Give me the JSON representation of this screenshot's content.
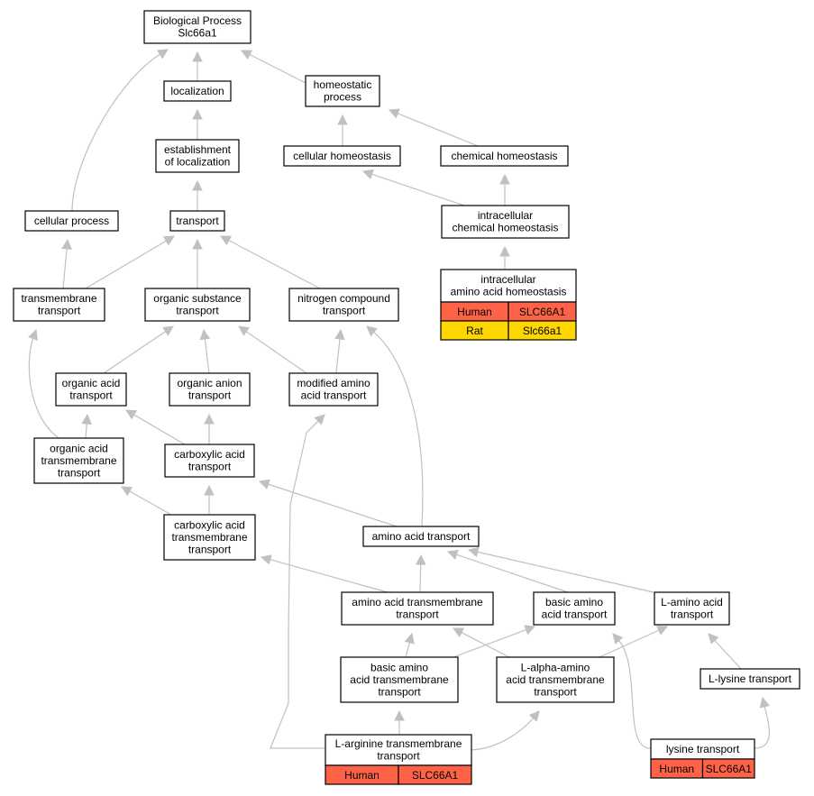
{
  "diagram": {
    "nodes": [
      {
        "id": "bp",
        "lines": [
          "Biological Process",
          "Slc66a1"
        ]
      },
      {
        "id": "localization",
        "lines": [
          "localization"
        ]
      },
      {
        "id": "homeostatic",
        "lines": [
          "homeostatic",
          "process"
        ]
      },
      {
        "id": "establishment",
        "lines": [
          "establishment",
          "of localization"
        ]
      },
      {
        "id": "cell_homeo",
        "lines": [
          "cellular homeostasis"
        ]
      },
      {
        "id": "chem_homeo",
        "lines": [
          "chemical homeostasis"
        ]
      },
      {
        "id": "cellular_process",
        "lines": [
          "cellular process"
        ]
      },
      {
        "id": "transport",
        "lines": [
          "transport"
        ]
      },
      {
        "id": "ic_chem_homeo",
        "lines": [
          "intracellular",
          "chemical homeostasis"
        ]
      },
      {
        "id": "tm_transport",
        "lines": [
          "transmembrane",
          "transport"
        ]
      },
      {
        "id": "org_sub",
        "lines": [
          "organic substance",
          "transport"
        ]
      },
      {
        "id": "nitrogen",
        "lines": [
          "nitrogen compound",
          "transport"
        ]
      },
      {
        "id": "ic_aa_homeo",
        "lines": [
          "intracellular",
          "amino acid homeostasis"
        ],
        "annotations": [
          {
            "species": "Human",
            "gene": "SLC66A1",
            "color": "#ff6347"
          },
          {
            "species": "Rat",
            "gene": "Slc66a1",
            "color": "#ffd700"
          }
        ]
      },
      {
        "id": "org_acid",
        "lines": [
          "organic acid",
          "transport"
        ]
      },
      {
        "id": "org_anion",
        "lines": [
          "organic anion",
          "transport"
        ]
      },
      {
        "id": "mod_aa",
        "lines": [
          "modified amino",
          "acid transport"
        ]
      },
      {
        "id": "org_acid_tm",
        "lines": [
          "organic acid",
          "transmembrane",
          "transport"
        ]
      },
      {
        "id": "carbox",
        "lines": [
          "carboxylic acid",
          "transport"
        ]
      },
      {
        "id": "carbox_tm",
        "lines": [
          "carboxylic acid",
          "transmembrane",
          "transport"
        ]
      },
      {
        "id": "aa_transport",
        "lines": [
          "amino acid transport"
        ]
      },
      {
        "id": "aa_tm",
        "lines": [
          "amino acid transmembrane",
          "transport"
        ]
      },
      {
        "id": "basic_aa",
        "lines": [
          "basic amino",
          "acid transport"
        ]
      },
      {
        "id": "l_aa",
        "lines": [
          "L-amino acid",
          "transport"
        ]
      },
      {
        "id": "basic_aa_tm",
        "lines": [
          "basic amino",
          "acid transmembrane",
          "transport"
        ]
      },
      {
        "id": "l_alpha",
        "lines": [
          "L-alpha-amino",
          "acid transmembrane",
          "transport"
        ]
      },
      {
        "id": "l_lysine",
        "lines": [
          "L-lysine transport"
        ]
      },
      {
        "id": "l_arg",
        "lines": [
          "L-arginine transmembrane",
          "transport"
        ],
        "annotations": [
          {
            "species": "Human",
            "gene": "SLC66A1",
            "color": "#ff6347"
          }
        ]
      },
      {
        "id": "lysine",
        "lines": [
          "lysine transport"
        ],
        "annotations": [
          {
            "species": "Human",
            "gene": "SLC66A1",
            "color": "#ff6347"
          }
        ]
      }
    ],
    "edges": [
      [
        "localization",
        "bp"
      ],
      [
        "homeostatic",
        "bp"
      ],
      [
        "cellular_process",
        "bp"
      ],
      [
        "establishment",
        "localization"
      ],
      [
        "cell_homeo",
        "homeostatic"
      ],
      [
        "chem_homeo",
        "homeostatic"
      ],
      [
        "transport",
        "establishment"
      ],
      [
        "ic_chem_homeo",
        "cell_homeo"
      ],
      [
        "ic_chem_homeo",
        "chem_homeo"
      ],
      [
        "ic_aa_homeo",
        "ic_chem_homeo"
      ],
      [
        "tm_transport",
        "cellular_process"
      ],
      [
        "tm_transport",
        "transport"
      ],
      [
        "org_sub",
        "transport"
      ],
      [
        "nitrogen",
        "transport"
      ],
      [
        "org_acid",
        "org_sub"
      ],
      [
        "org_anion",
        "org_sub"
      ],
      [
        "mod_aa",
        "org_sub"
      ],
      [
        "mod_aa",
        "nitrogen"
      ],
      [
        "org_acid_tm",
        "tm_transport"
      ],
      [
        "org_acid_tm",
        "org_acid"
      ],
      [
        "carbox",
        "org_acid"
      ],
      [
        "carbox",
        "org_anion"
      ],
      [
        "carbox_tm",
        "org_acid_tm"
      ],
      [
        "carbox_tm",
        "carbox"
      ],
      [
        "aa_transport",
        "carbox"
      ],
      [
        "aa_transport",
        "nitrogen"
      ],
      [
        "aa_tm",
        "carbox_tm"
      ],
      [
        "aa_tm",
        "aa_transport"
      ],
      [
        "basic_aa",
        "aa_transport"
      ],
      [
        "l_aa",
        "aa_transport"
      ],
      [
        "basic_aa_tm",
        "aa_tm"
      ],
      [
        "basic_aa_tm",
        "basic_aa"
      ],
      [
        "l_alpha",
        "aa_tm"
      ],
      [
        "l_alpha",
        "l_aa"
      ],
      [
        "l_lysine",
        "l_aa"
      ],
      [
        "l_arg",
        "basic_aa_tm"
      ],
      [
        "l_arg",
        "l_alpha"
      ],
      [
        "l_arg",
        "mod_aa"
      ],
      [
        "lysine",
        "basic_aa"
      ],
      [
        "lysine",
        "l_lysine"
      ]
    ],
    "colors": {
      "edge": "#c0c0c0",
      "human": "#ff6347",
      "rat": "#ffd700"
    }
  }
}
